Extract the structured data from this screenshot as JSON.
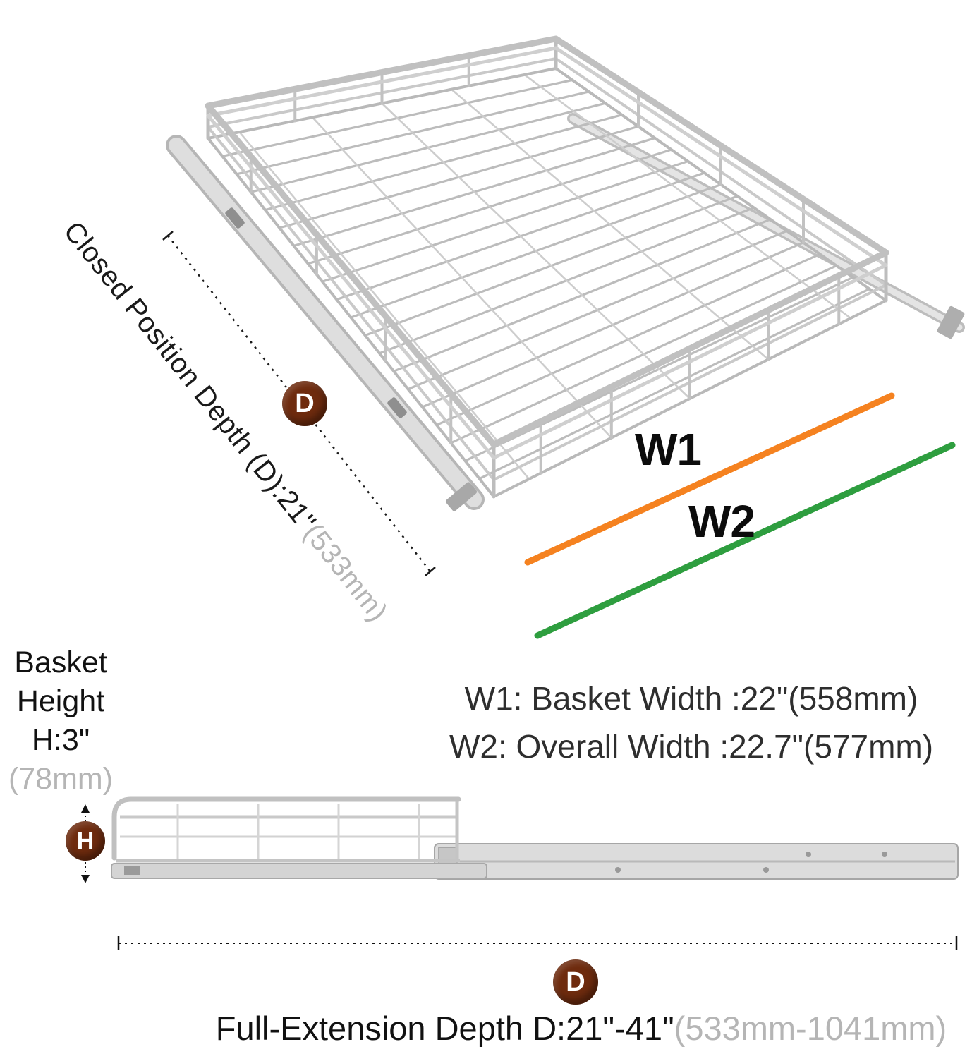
{
  "colors": {
    "w1_line": "#F58220",
    "w2_line": "#2E9E3F",
    "badge": "#6E2B0E",
    "metric_gray": "#B5B5B5"
  },
  "top_view": {
    "depth_note": "Closed Position Depth (D):21\"",
    "depth_note_metric": "(533mm)",
    "depth_badge": "D",
    "w1_tag": "W1",
    "w2_tag": "W2",
    "w1_caption": "W1: Basket Width :22\"(558mm)",
    "w2_caption": "W2: Overall Width :22.7\"(577mm)"
  },
  "height_note": {
    "line1": "Basket",
    "line2": "Height",
    "line3": "H:3\"",
    "metric": "(78mm)",
    "badge": "H"
  },
  "side_view": {
    "depth_badge": "D",
    "caption": "Full-Extension Depth D:21\"-41\"",
    "caption_metric": "(533mm-1041mm)"
  }
}
